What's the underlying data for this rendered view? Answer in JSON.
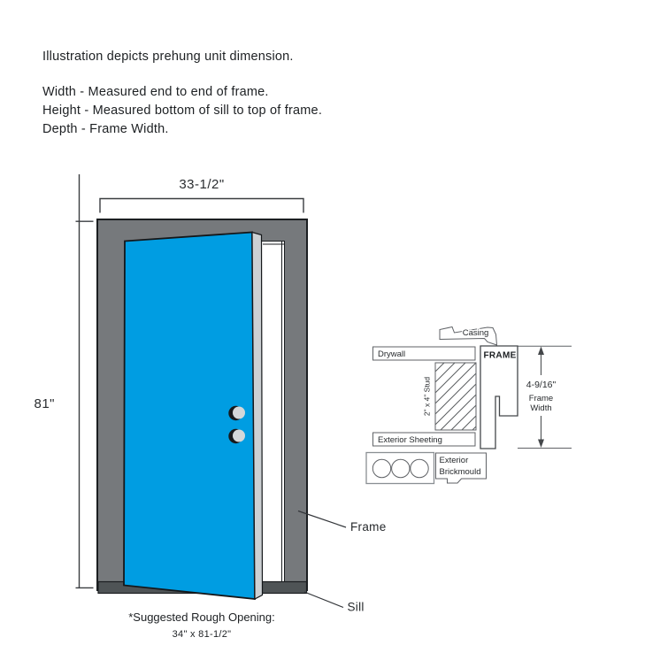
{
  "header": {
    "intro": "Illustration depicts prehung unit dimension.",
    "width_def": "Width - Measured end to end of frame.",
    "height_def": "Height - Measured bottom of sill to top of frame.",
    "depth_def": "Depth - Frame Width."
  },
  "door_diagram": {
    "width_dim": "33-1/2\"",
    "height_dim": "81\"",
    "frame_label": "Frame",
    "sill_label": "Sill",
    "colors": {
      "door_blue": "#009de2",
      "frame_gray": "#76797c",
      "door_edge_gray": "#ccd0d3",
      "sill_gray": "#4f5456"
    }
  },
  "cross_section": {
    "casing_label": "Casing",
    "drywall_label": "Drywall",
    "frame_label": "FRAME",
    "stud_label": "2\" x 4\" Stud",
    "sheeting_label": "Exterior Sheeting",
    "brickmould_label_lines": [
      "Exterior",
      "Brickmould"
    ],
    "frame_width_dim": "4-9/16\"",
    "frame_width_label_lines": [
      "Frame",
      "Width"
    ]
  },
  "footer": {
    "note": "*Suggested Rough Opening:",
    "size": "34\" x 81-1/2\""
  }
}
